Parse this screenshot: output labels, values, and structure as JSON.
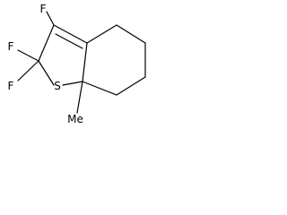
{
  "molecule": {
    "atoms": {
      "f_top": "F",
      "f_left_upper": "F",
      "f_left_lower": "F",
      "sulfur": "S",
      "methyl": "Me"
    },
    "colors": {
      "bond": "#000000",
      "label": "#000000",
      "background": "#ffffff"
    }
  }
}
